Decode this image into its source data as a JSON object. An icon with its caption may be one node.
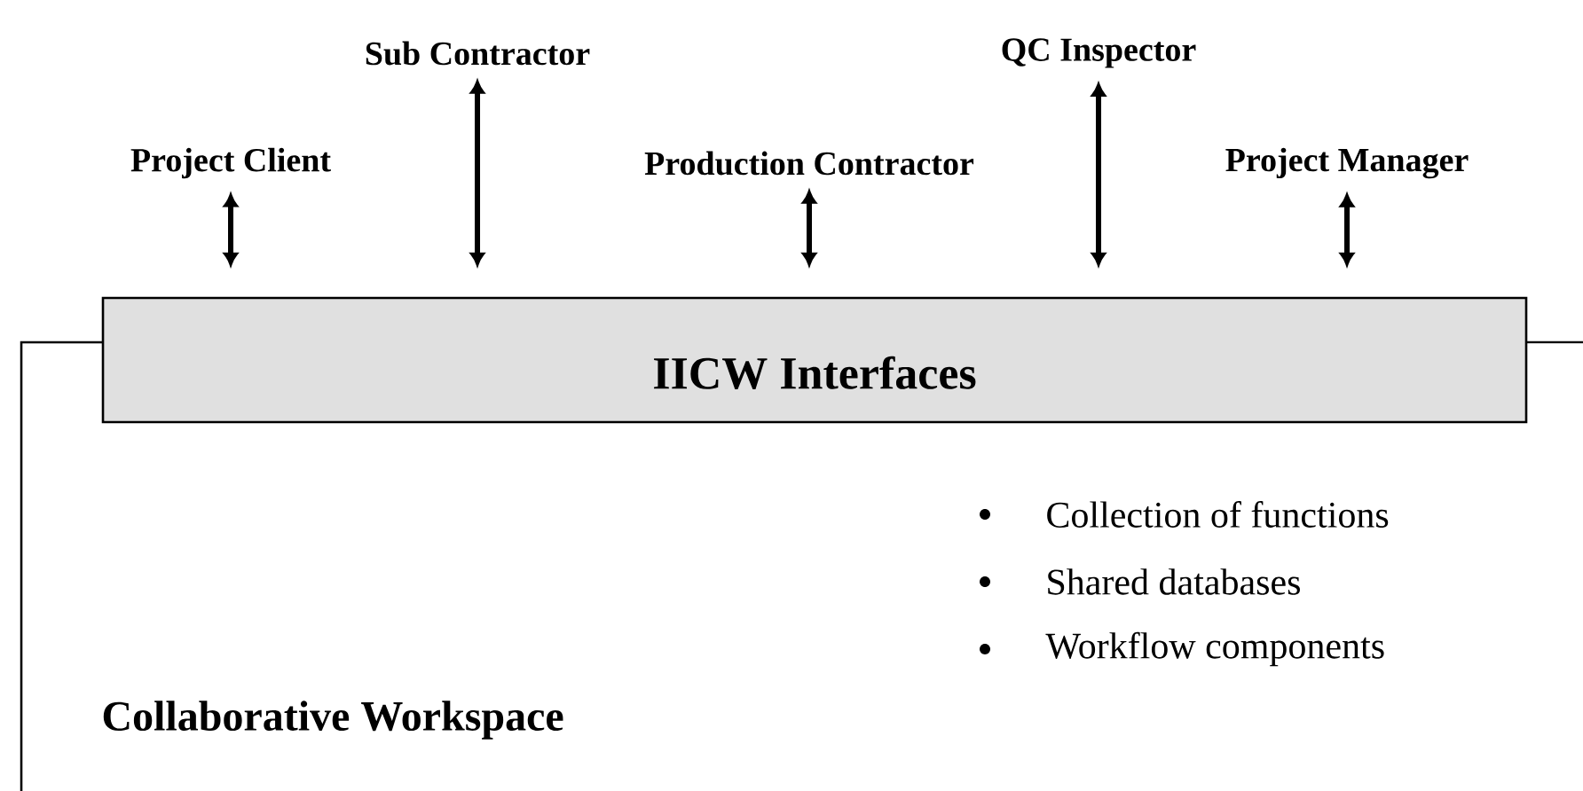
{
  "diagram": {
    "nodes": [
      {
        "text": [
          "Project Client"
        ]
      },
      {
        "text": [
          "Sub Contractor"
        ]
      },
      {
        "text": [
          "Production Contractor"
        ]
      },
      {
        "text": [
          "QC Inspector"
        ]
      },
      {
        "text": [
          "Project Manager"
        ]
      },
      {
        "text": [
          "IICW Interfaces"
        ]
      },
      {
        "text": [
          "Collaborative Workspace"
        ]
      }
    ],
    "edges": [
      {
        "from": 0,
        "to": 5,
        "arrow": "both"
      },
      {
        "from": 1,
        "to": 5,
        "arrow": "both"
      },
      {
        "from": 2,
        "to": 5,
        "arrow": "both"
      },
      {
        "from": 3,
        "to": 5,
        "arrow": "both"
      },
      {
        "from": 4,
        "to": 5,
        "arrow": "both"
      }
    ],
    "labels": [
      "Collection of functions",
      "Shared databases",
      "Workflow components"
    ]
  }
}
